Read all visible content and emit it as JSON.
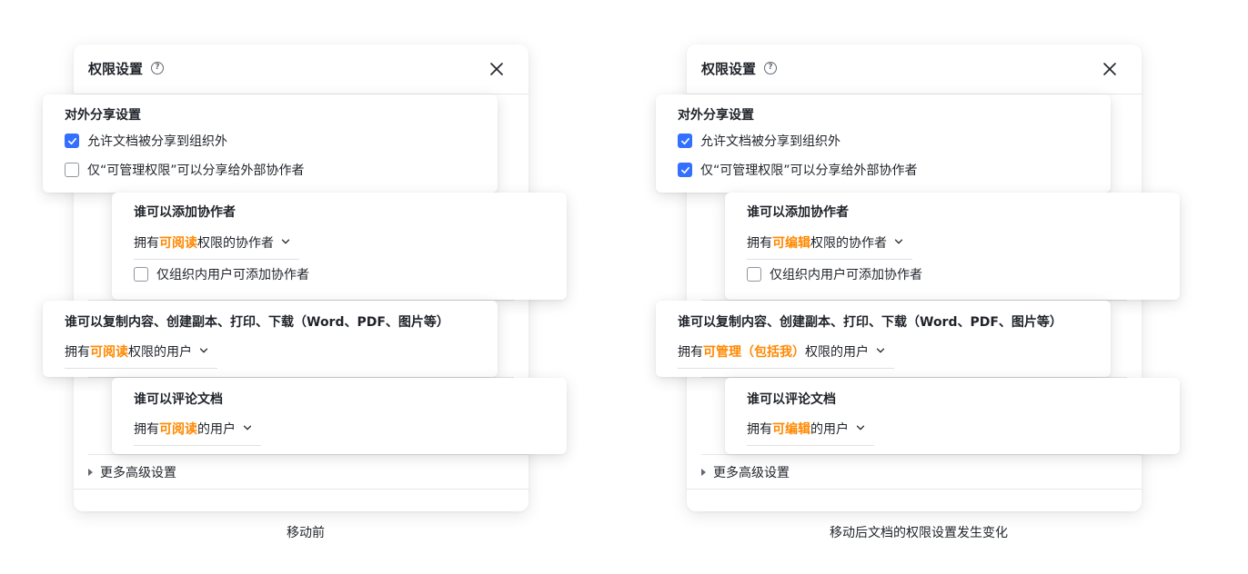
{
  "panels": [
    {
      "title": "权限设置",
      "help_icon": "question-circle-icon",
      "close_icon": "close-icon",
      "external_share": {
        "title": "对外分享设置",
        "allow_share": {
          "label": "允许文档被分享到组织外",
          "checked": true
        },
        "manage_only": {
          "label": "仅“可管理权限”可以分享给外部协作者",
          "checked": false
        }
      },
      "add_collab": {
        "title": "谁可以添加协作者",
        "dropdown": {
          "prefix": "拥有",
          "highlight": "可阅读",
          "suffix": "权限的协作者"
        },
        "org_only": {
          "label": "仅组织内用户可添加协作者",
          "checked": false
        }
      },
      "copy": {
        "title": "谁可以复制内容、创建副本、打印、下载（Word、PDF、图片等）",
        "dropdown": {
          "prefix": "拥有",
          "highlight": "可阅读",
          "suffix": "权限的用户"
        }
      },
      "comment": {
        "title": "谁可以评论文档",
        "dropdown": {
          "prefix": "拥有",
          "highlight": "可阅读",
          "suffix": "的用户"
        }
      },
      "more": "更多高级设置",
      "caption": "移动前"
    },
    {
      "title": "权限设置",
      "help_icon": "question-circle-icon",
      "close_icon": "close-icon",
      "external_share": {
        "title": "对外分享设置",
        "allow_share": {
          "label": "允许文档被分享到组织外",
          "checked": true
        },
        "manage_only": {
          "label": "仅“可管理权限”可以分享给外部协作者",
          "checked": true
        }
      },
      "add_collab": {
        "title": "谁可以添加协作者",
        "dropdown": {
          "prefix": "拥有",
          "highlight": "可编辑",
          "suffix": "权限的协作者"
        },
        "org_only": {
          "label": "仅组织内用户可添加协作者",
          "checked": false
        }
      },
      "copy": {
        "title": "谁可以复制内容、创建副本、打印、下载（Word、PDF、图片等）",
        "dropdown": {
          "prefix": "拥有",
          "highlight": "可管理（包括我）",
          "suffix": "权限的用户"
        }
      },
      "comment": {
        "title": "谁可以评论文档",
        "dropdown": {
          "prefix": "拥有",
          "highlight": "可编辑",
          "suffix": "的用户"
        }
      },
      "more": "更多高级设置",
      "caption": "移动后文档的权限设置发生变化"
    }
  ],
  "colors": {
    "accent": "#3370ff",
    "highlight": "#ff8800"
  }
}
